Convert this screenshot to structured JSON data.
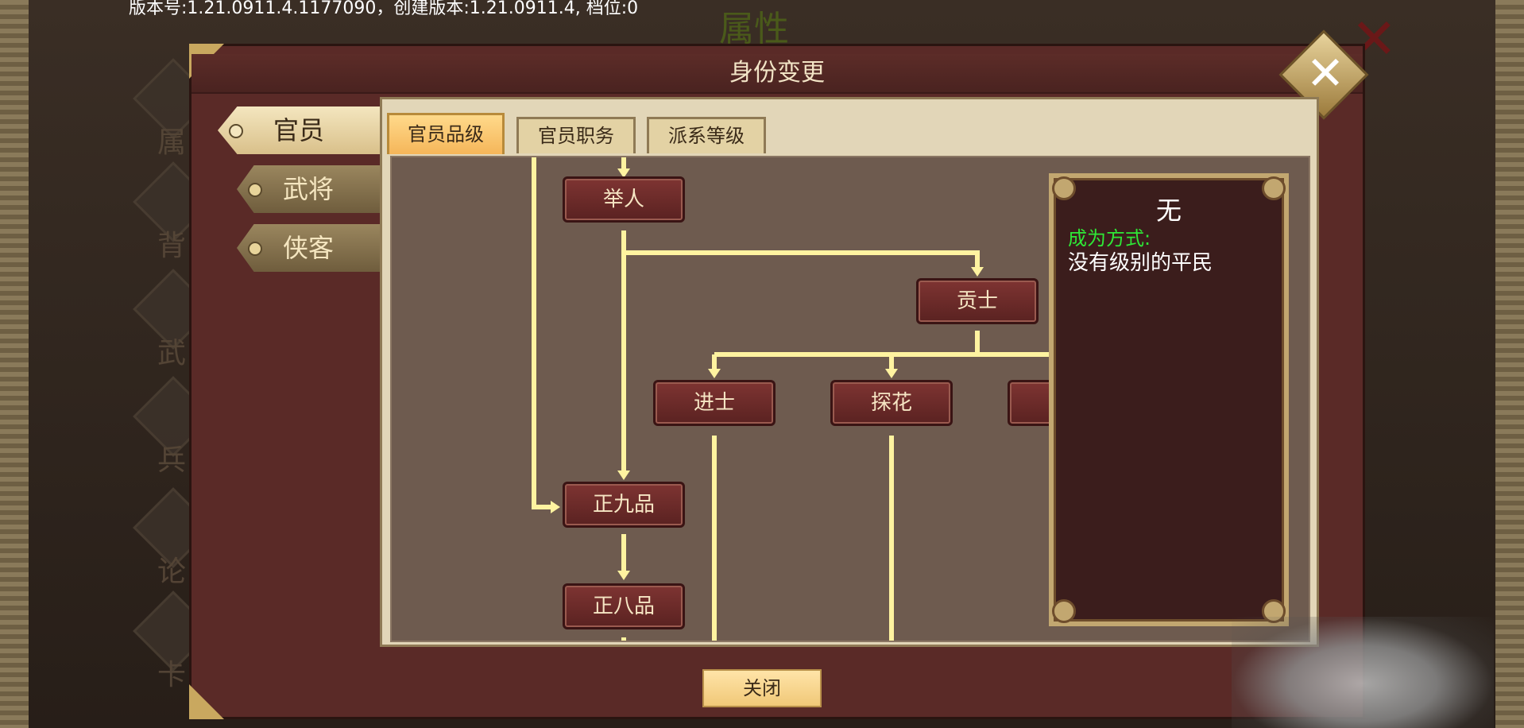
{
  "version_text": "版本号:1.21.0911.4.1177090，创建版本:1.21.0911.4, 档位:0",
  "background": {
    "title": "属性",
    "nav_items": [
      "属",
      "背",
      "武",
      "兵",
      "论",
      "卡"
    ]
  },
  "dialog": {
    "title": "身份变更",
    "close_label": "关闭"
  },
  "side_tabs": [
    {
      "label": "官员",
      "active": true
    },
    {
      "label": "武将",
      "active": false
    },
    {
      "label": "侠客",
      "active": false
    }
  ],
  "top_tabs": [
    {
      "label": "官员品级",
      "active": true
    },
    {
      "label": "官员职务",
      "active": false
    },
    {
      "label": "派系等级",
      "active": false
    }
  ],
  "tree_nodes": {
    "juren": "举人",
    "gongshi": "贡士",
    "jinshi": "进士",
    "tanhua": "探花",
    "zheng9": "正九品",
    "zheng8": "正八品"
  },
  "info": {
    "title": "无",
    "method_label": "成为方式:",
    "method_value": "没有级别的平民"
  },
  "colors": {
    "connector": "#fff3a0",
    "method_label": "#2ee836",
    "node_fill": "#6a2928"
  }
}
